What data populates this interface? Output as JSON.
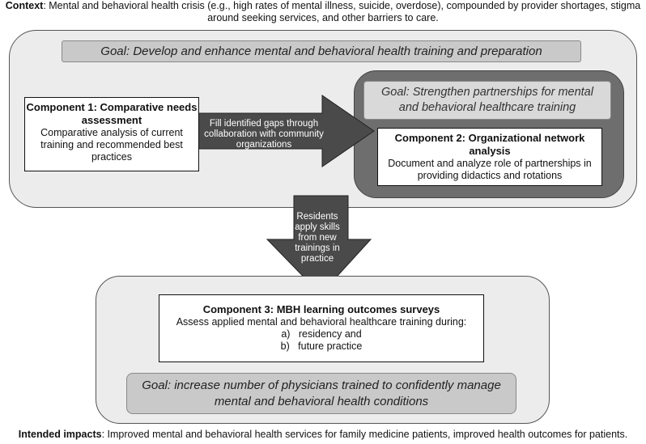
{
  "context": {
    "label": "Context",
    "text": ": Mental and behavioral health crisis (e.g., high rates of mental illness, suicide, overdose), compounded by provider shortages, stigma around seeking services, and other barriers to care."
  },
  "goal_top": "Goal: Develop and enhance mental and behavioral health training and preparation",
  "goal_partnerships": "Goal: Strengthen partnerships for mental and behavioral healthcare training",
  "component1": {
    "title": "Component 1: Comparative needs assessment",
    "description": "Comparative analysis of current training and recommended best practices"
  },
  "component2": {
    "title": "Component 2: Organizational network analysis",
    "description": "Document and analyze role of partnerships in providing didactics and rotations"
  },
  "arrow_right_text": "Fill identified gaps through collaboration with community organizations",
  "arrow_down_text": "Residents apply skills from new trainings in practice",
  "component3": {
    "title": "Component 3: MBH learning outcomes surveys",
    "description": "Assess applied mental and behavioral healthcare training during:",
    "items": [
      "a)   residency and",
      "b)   future practice"
    ]
  },
  "goal_bottom": "Goal: increase number of physicians trained to confidently manage mental and behavioral health conditions",
  "impacts": {
    "label": "Intended impacts",
    "text": ": Improved mental and behavioral health services for family medicine patients, improved health outcomes for patients."
  }
}
